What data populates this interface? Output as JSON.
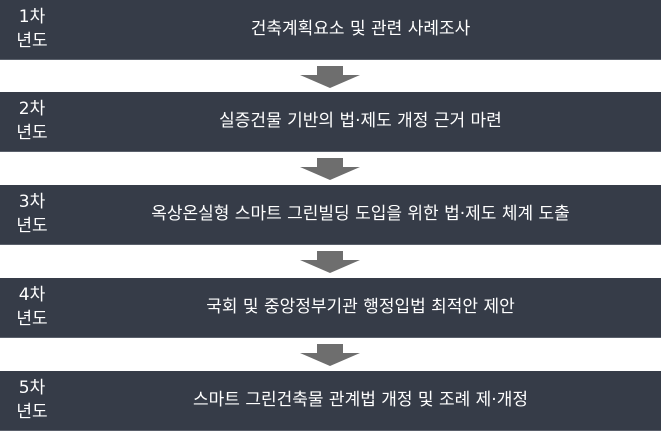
{
  "steps": [
    {
      "year_num": "1차",
      "year_unit": "년도",
      "text": "건축계획요소 및 관련 사례조사"
    },
    {
      "year_num": "2차",
      "year_unit": "년도",
      "text": "실증건물 기반의 법·제도 개정 근거 마련"
    },
    {
      "year_num": "3차",
      "year_unit": "년도",
      "text": "옥상온실형 스마트 그린빌딩 도입을 위한 법·제도 체계 도출"
    },
    {
      "year_num": "4차",
      "year_unit": "년도",
      "text": "국회 및 중앙정부기관 행정입법 최적안 제안"
    },
    {
      "year_num": "5차",
      "year_unit": "년도",
      "text": "스마트 그린건축물 관계법 개정 및 조례 제·개정"
    }
  ],
  "colors": {
    "bar": "#363c48",
    "arrow": "#6e6e6e"
  }
}
